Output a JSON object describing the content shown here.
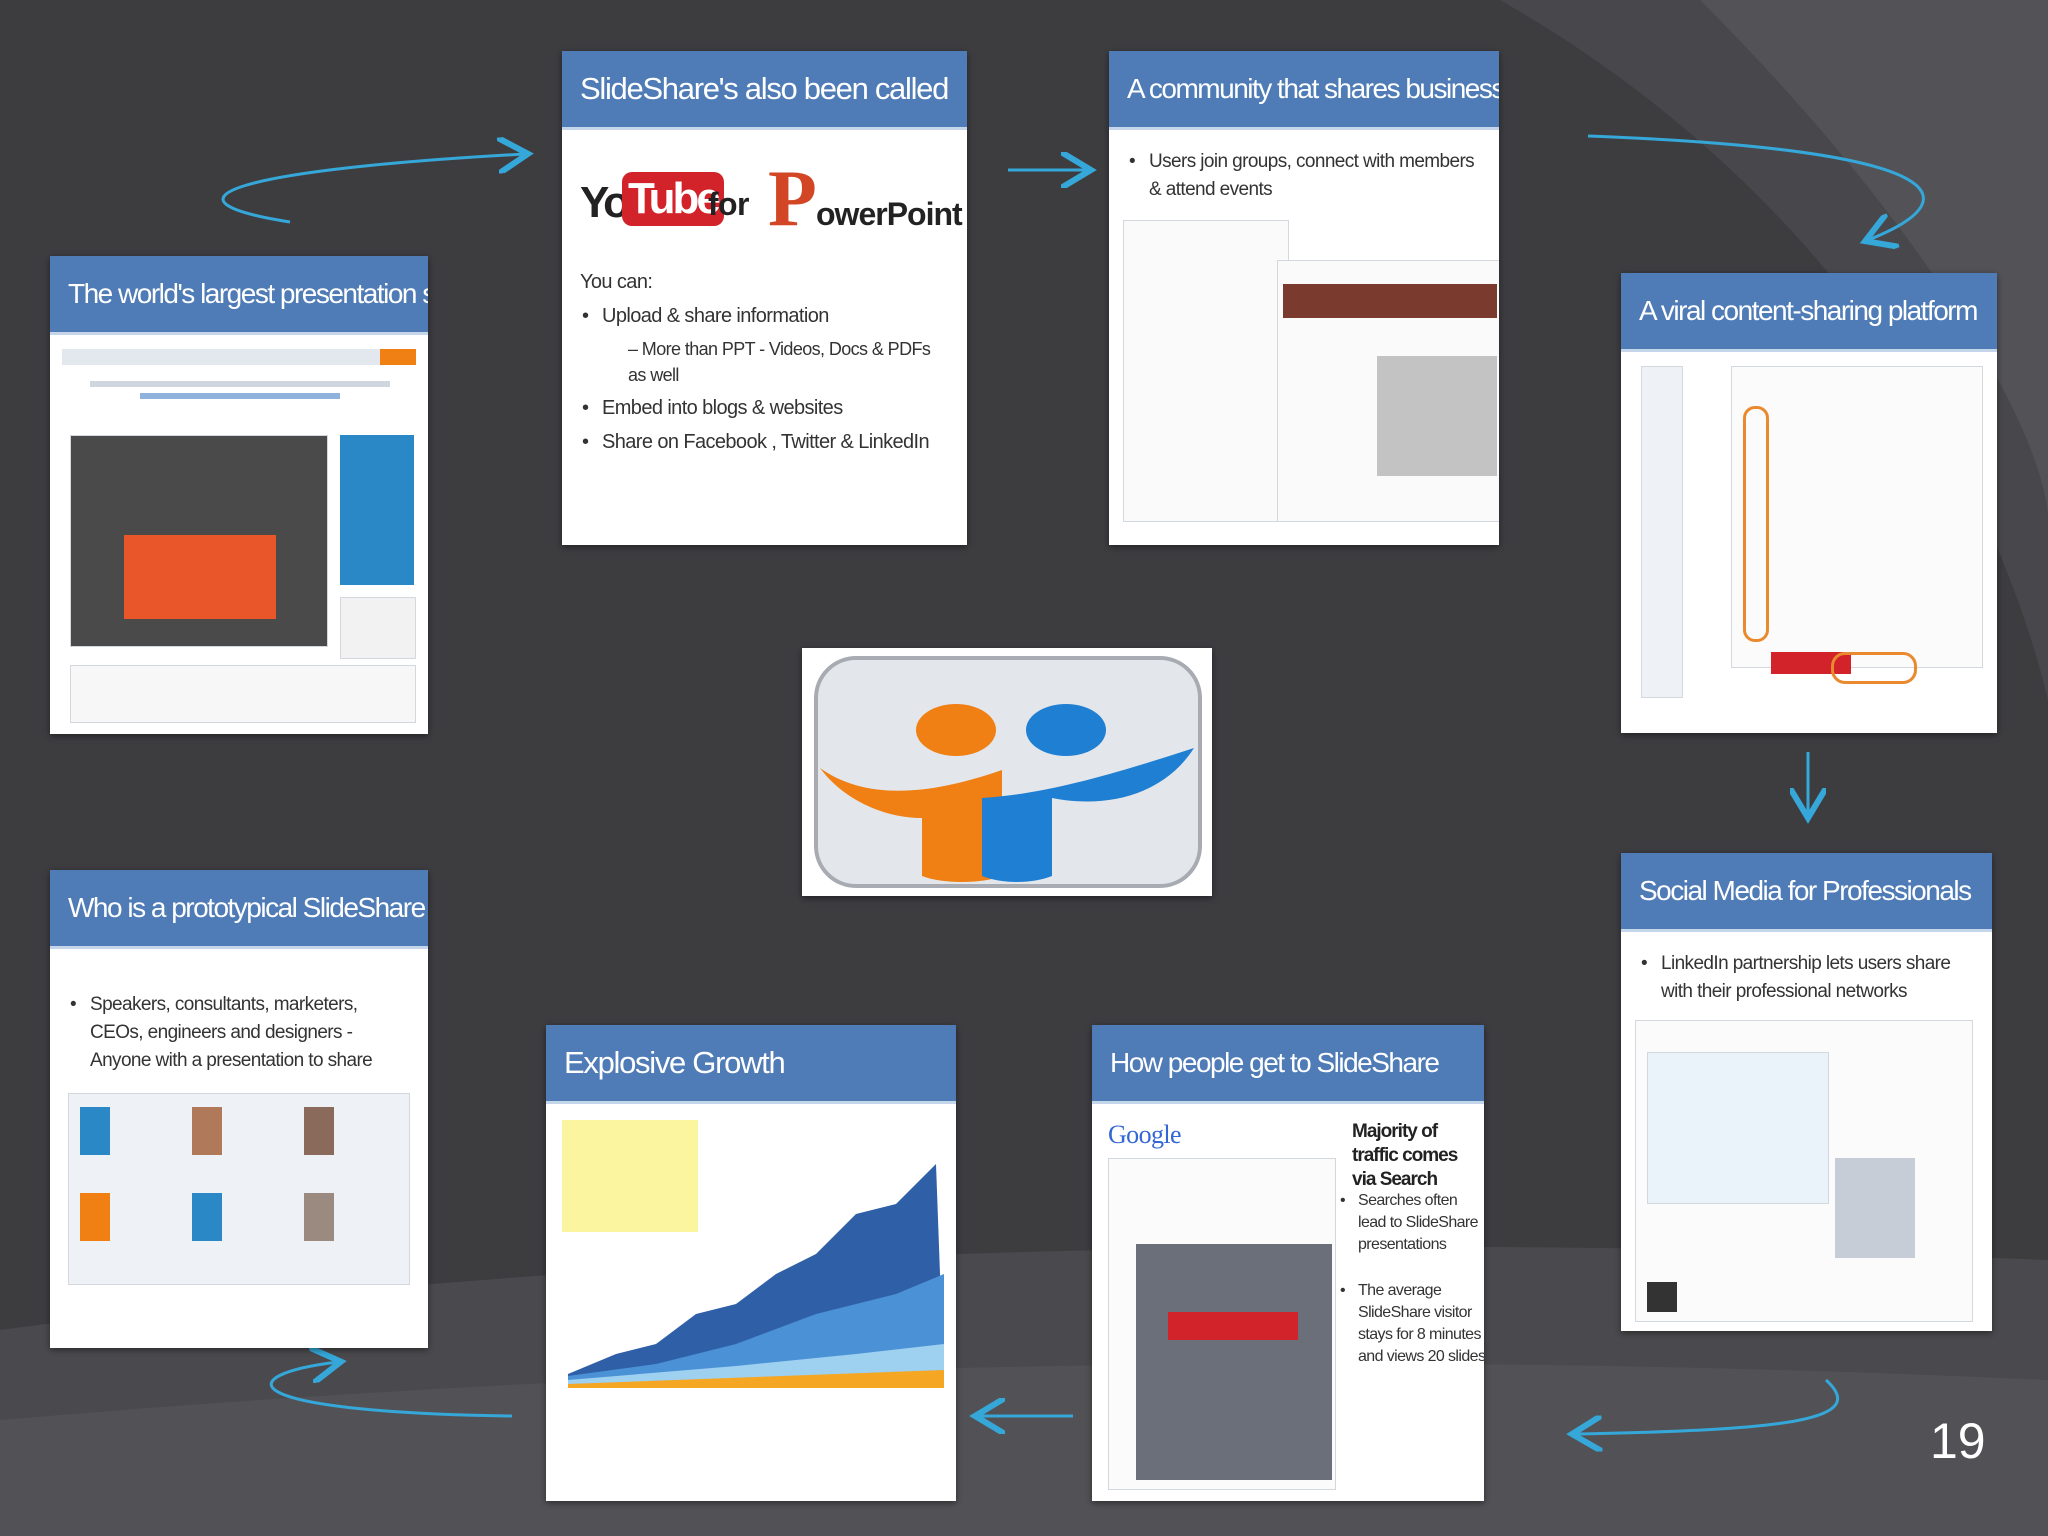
{
  "slide": {
    "page_number": "19",
    "cards": {
      "largest": {
        "title": "The world's largest presentation sharing site"
      },
      "called": {
        "title": "SlideShare's also been called",
        "youtube_you": "You",
        "youtube_tube": "Tube",
        "for_label": "for",
        "powerpoint_p": "P",
        "powerpoint_rest": "owerPoint",
        "you_can": "You can:",
        "bullets": [
          "Upload & share information",
          "Embed into blogs & websites",
          "Share on Facebook , Twitter & LinkedIn"
        ],
        "sub_bullet": "– More than PPT - Videos, Docs & PDFs as well"
      },
      "community": {
        "title": "A community that shares business content",
        "bullet": "Users join groups, connect with members & attend events"
      },
      "viral": {
        "title": "A viral content-sharing platform"
      },
      "social": {
        "title": "Social Media for Professionals",
        "bullet": "LinkedIn partnership lets users share with their professional networks"
      },
      "howpeople": {
        "title": "How people get to SlideShare",
        "google": "Google",
        "headline": "Majority of traffic comes via Search",
        "bullets": [
          "Searches often lead to SlideShare presentations",
          "The average SlideShare visitor stays for 8 minutes and views 20 slides"
        ]
      },
      "growth": {
        "title": "Explosive Growth"
      },
      "user": {
        "title": "Who is a prototypical SlideShare user?",
        "bullet": "Speakers, consultants, marketers, CEOs, engineers and designers - Anyone with a presentation to share"
      }
    }
  },
  "colors": {
    "background": "#3d3d40",
    "header_blue": "#4f7cb6",
    "arrow": "#35a7d8",
    "logo_orange": "#f07f14",
    "logo_blue": "#1f7fd2"
  }
}
